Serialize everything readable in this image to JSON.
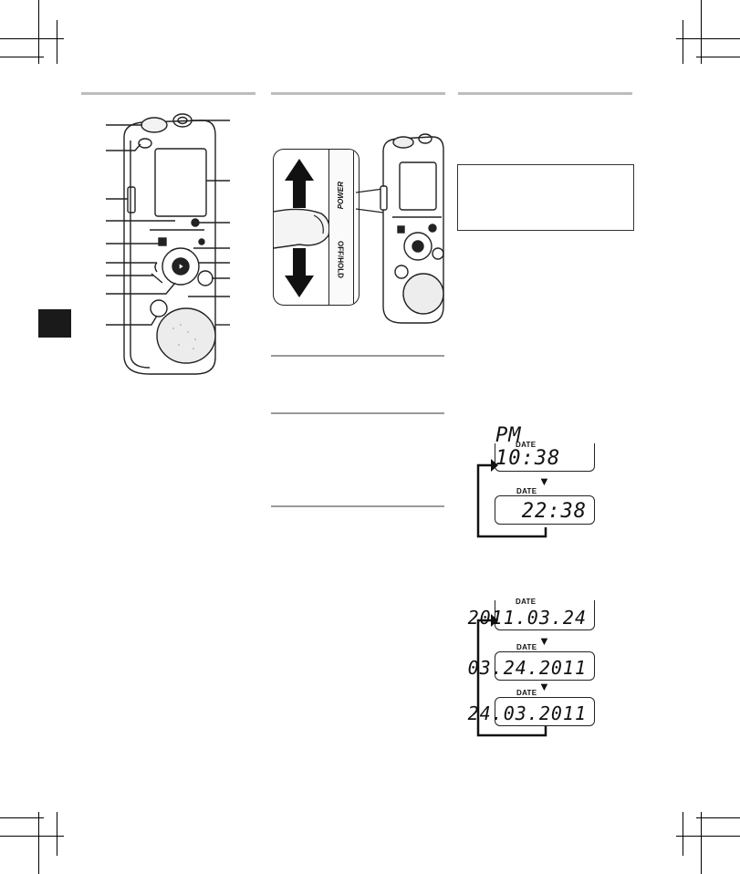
{
  "page": {
    "chapter_tab_color": "#1a1a1a",
    "rule_color": "#bdbdbd"
  },
  "time_displays": [
    {
      "label": "DATE",
      "value": "PM 10:38"
    },
    {
      "label": "DATE",
      "value": "22:38"
    }
  ],
  "date_displays": [
    {
      "label": "DATE",
      "value": "2011.03.24"
    },
    {
      "label": "DATE",
      "value": "03.24.2011"
    },
    {
      "label": "DATE",
      "value": "24.03.2011"
    }
  ],
  "hold_switch": {
    "upper_label": "POWER",
    "lower_label": "OFF/HOLD"
  },
  "icons": {
    "flow_arrow": "down-arrow-icon",
    "cycle_arrow": "return-arrow-icon",
    "slide_arrows": "up-down-arrow-icon"
  }
}
